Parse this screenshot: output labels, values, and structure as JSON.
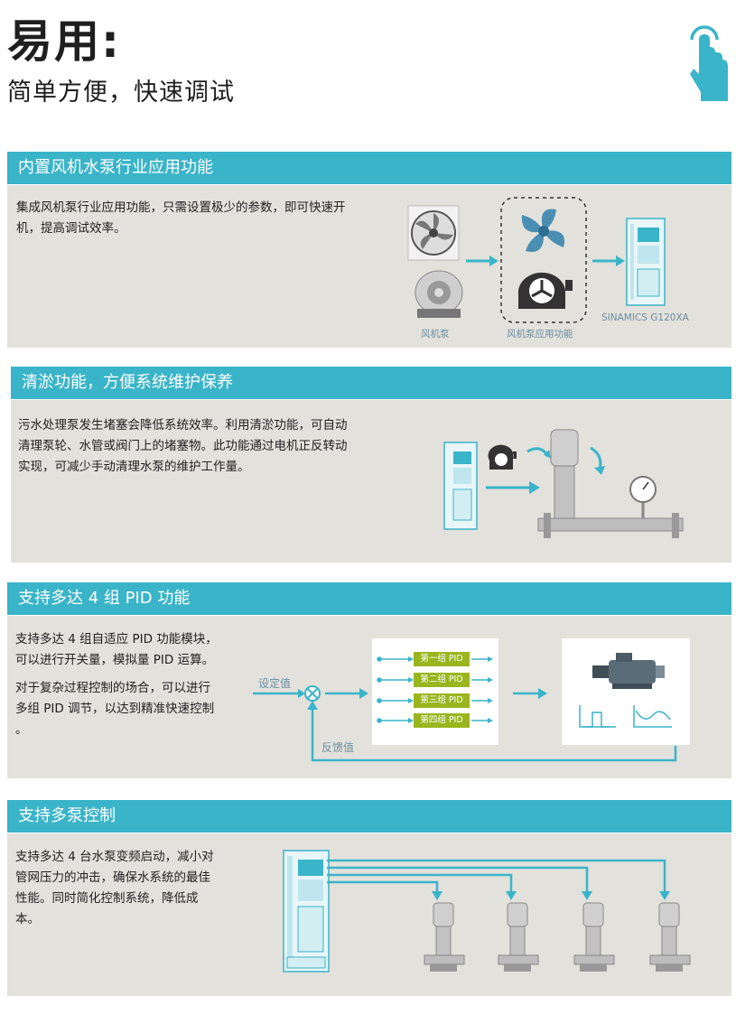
{
  "header": {
    "title": "易用:",
    "subtitle": "简单方便，快速调试"
  },
  "colors": {
    "accent": "#3ab4c9",
    "panel": "#e3e1dc",
    "pid_tag": "#9ab51e",
    "caption": "#6a8fa0"
  },
  "icons": {
    "header": "touch-hand-icon"
  },
  "sections": [
    {
      "title": "内置风机水泵行业应用功能",
      "paragraphs": [
        "集成风机泵行业应用功能，只需设置极少的参数，即可快速开机，提高调试效率。"
      ],
      "captions": {
        "fan_pump": "风机泵",
        "app_function": "风机泵应用功能",
        "drive": "SINAMICS G120XA"
      }
    },
    {
      "title": "清淤功能，方便系统维护保养",
      "paragraphs": [
        "污水处理泵发生堵塞会降低系统效率。利用清淤功能，可自动清理泵轮、水管或阀门上的堵塞物。此功能通过电机正反转动实现，可减少手动清理水泵的维护工作量。"
      ]
    },
    {
      "title": "支持多达 4 组 PID 功能",
      "paragraphs": [
        "支持多达 4 组自适应 PID 功能模块，可以进行开关量，模拟量 PID 运算。",
        "对于复杂过程控制的场合，可以进行多组 PID 调节，以达到精准快速控制 。"
      ],
      "diagram": {
        "setpoint": "设定值",
        "feedback": "反馈值",
        "pid_groups": [
          "第一组 PID",
          "第二组 PID",
          "第三组 PID",
          "第四组 PID"
        ]
      }
    },
    {
      "title": "支持多泵控制",
      "paragraphs": [
        "支持多达 4 台水泵变频启动，减小对管网压力的冲击，确保水系统的最佳性能。同时简化控制系统，降低成本。"
      ]
    }
  ]
}
